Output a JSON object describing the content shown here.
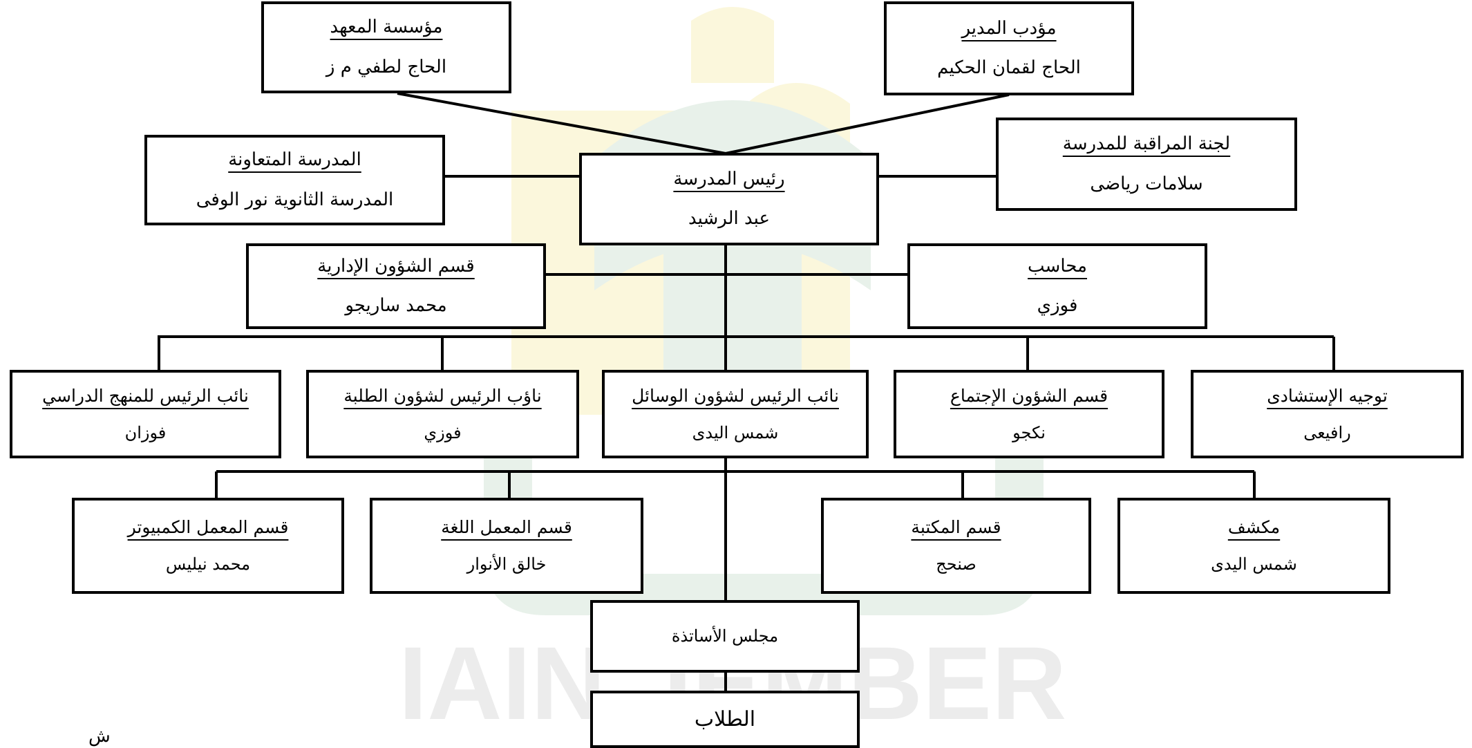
{
  "watermark": {
    "text": "IAIN JEMBER",
    "colors": {
      "green": "#e8f1ea",
      "yellow": "#fbf6d8",
      "text": "#ececec"
    }
  },
  "nodes": {
    "institute_foundation": {
      "title": "مؤسسة المعهد",
      "name": "الحاج لطفي م ز"
    },
    "director_mentor": {
      "title": "مؤدب المدير",
      "name": "الحاج لقمان الحكيم"
    },
    "cooperating_school": {
      "title": "المدرسة المتعاونة",
      "name": "المدرسة الثانوية نور الوفى"
    },
    "school_principal": {
      "title": "رئيس المدرسة",
      "name": "عبد الرشيد"
    },
    "supervisory_committee": {
      "title": "لجنة المراقبة للمدرسة",
      "name": "سلامات رياضى"
    },
    "administrative_affairs": {
      "title": "قسم الشؤون الإدارية",
      "name": "محمد ساريجو"
    },
    "accountant": {
      "title": "محاسب",
      "name": "فوزي"
    },
    "vp_curriculum": {
      "title": "نائب الرئيس للمنهج الدراسي",
      "name": "فوزان"
    },
    "vp_student_affairs": {
      "title": "ناؤب الرئيس لشؤون الطلبة",
      "name": "فوزي"
    },
    "vp_facilities": {
      "title": "نائب الرئيس لشؤون الوسائل",
      "name": "شمس اليدى"
    },
    "social_affairs": {
      "title": "قسم الشؤون الإجتماع",
      "name": "نكجو"
    },
    "counseling": {
      "title": "توجيه الإستشادى",
      "name": "رافيعى"
    },
    "computer_lab": {
      "title": "قسم المعمل الكمبيوتر",
      "name": "محمد نيليس"
    },
    "language_lab": {
      "title": "قسم المعمل اللغة",
      "name": "خالق الأنوار"
    },
    "library": {
      "title": "قسم المكتبة",
      "name": "صنحج"
    },
    "scouts": {
      "title": "مكشف",
      "name": "شمس اليدى"
    },
    "teachers_council": {
      "title": "مجلس الأساتذة"
    },
    "students": {
      "title": "الطلاب"
    }
  },
  "stray_glyph": "ش"
}
